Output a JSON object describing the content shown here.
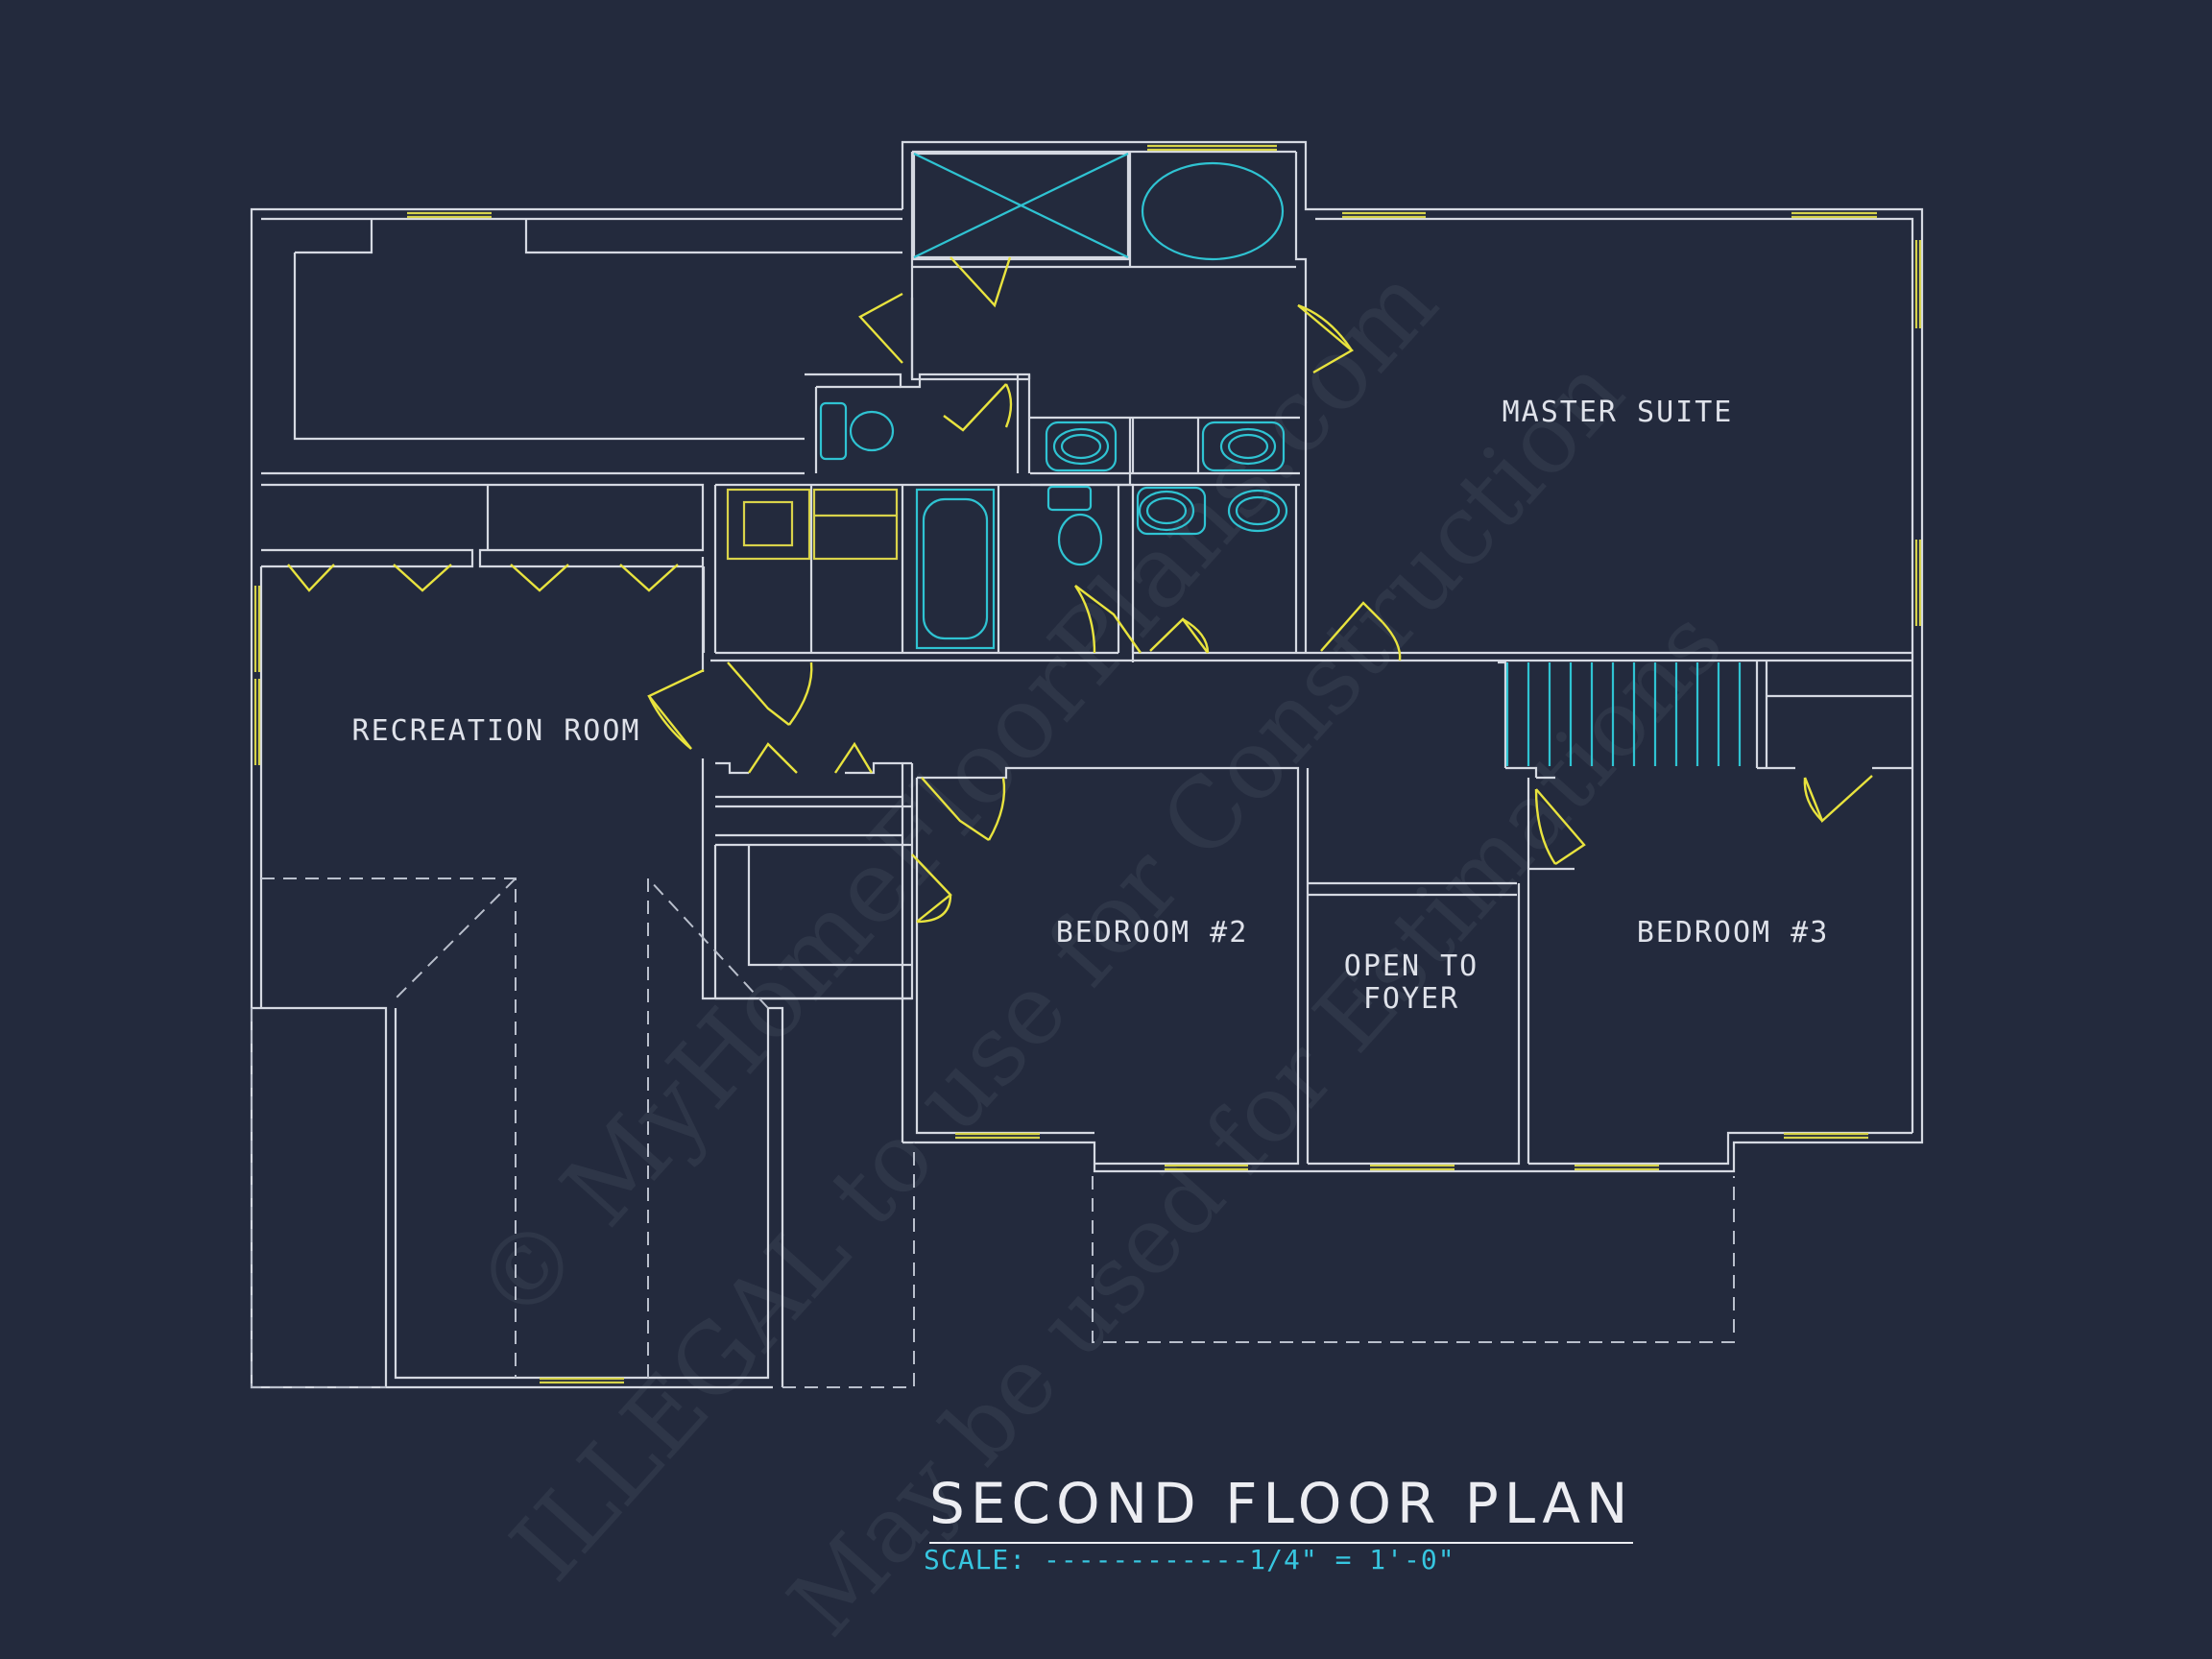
{
  "plan": {
    "title": "SECOND FLOOR PLAN",
    "scale": "SCALE: ------------1/4\" = 1'-0\""
  },
  "rooms": {
    "master_suite": "MASTER SUITE",
    "recreation_room": "RECREATION ROOM",
    "bedroom_2": "BEDROOM #2",
    "bedroom_3": "BEDROOM #3",
    "open_to_foyer_line1": "OPEN TO",
    "open_to_foyer_line2": "FOYER"
  },
  "watermark": {
    "line1": "© MyHomeFloorPlans.com",
    "line2": "ILLEGAL to use for Construction",
    "line3": "May be used for Estimations"
  },
  "colors": {
    "background": "#232a3d",
    "walls": "#d5d9e2",
    "doors": "#e8e33e",
    "fixtures": "#2fc3d2",
    "scale_text": "#37c6e0"
  }
}
